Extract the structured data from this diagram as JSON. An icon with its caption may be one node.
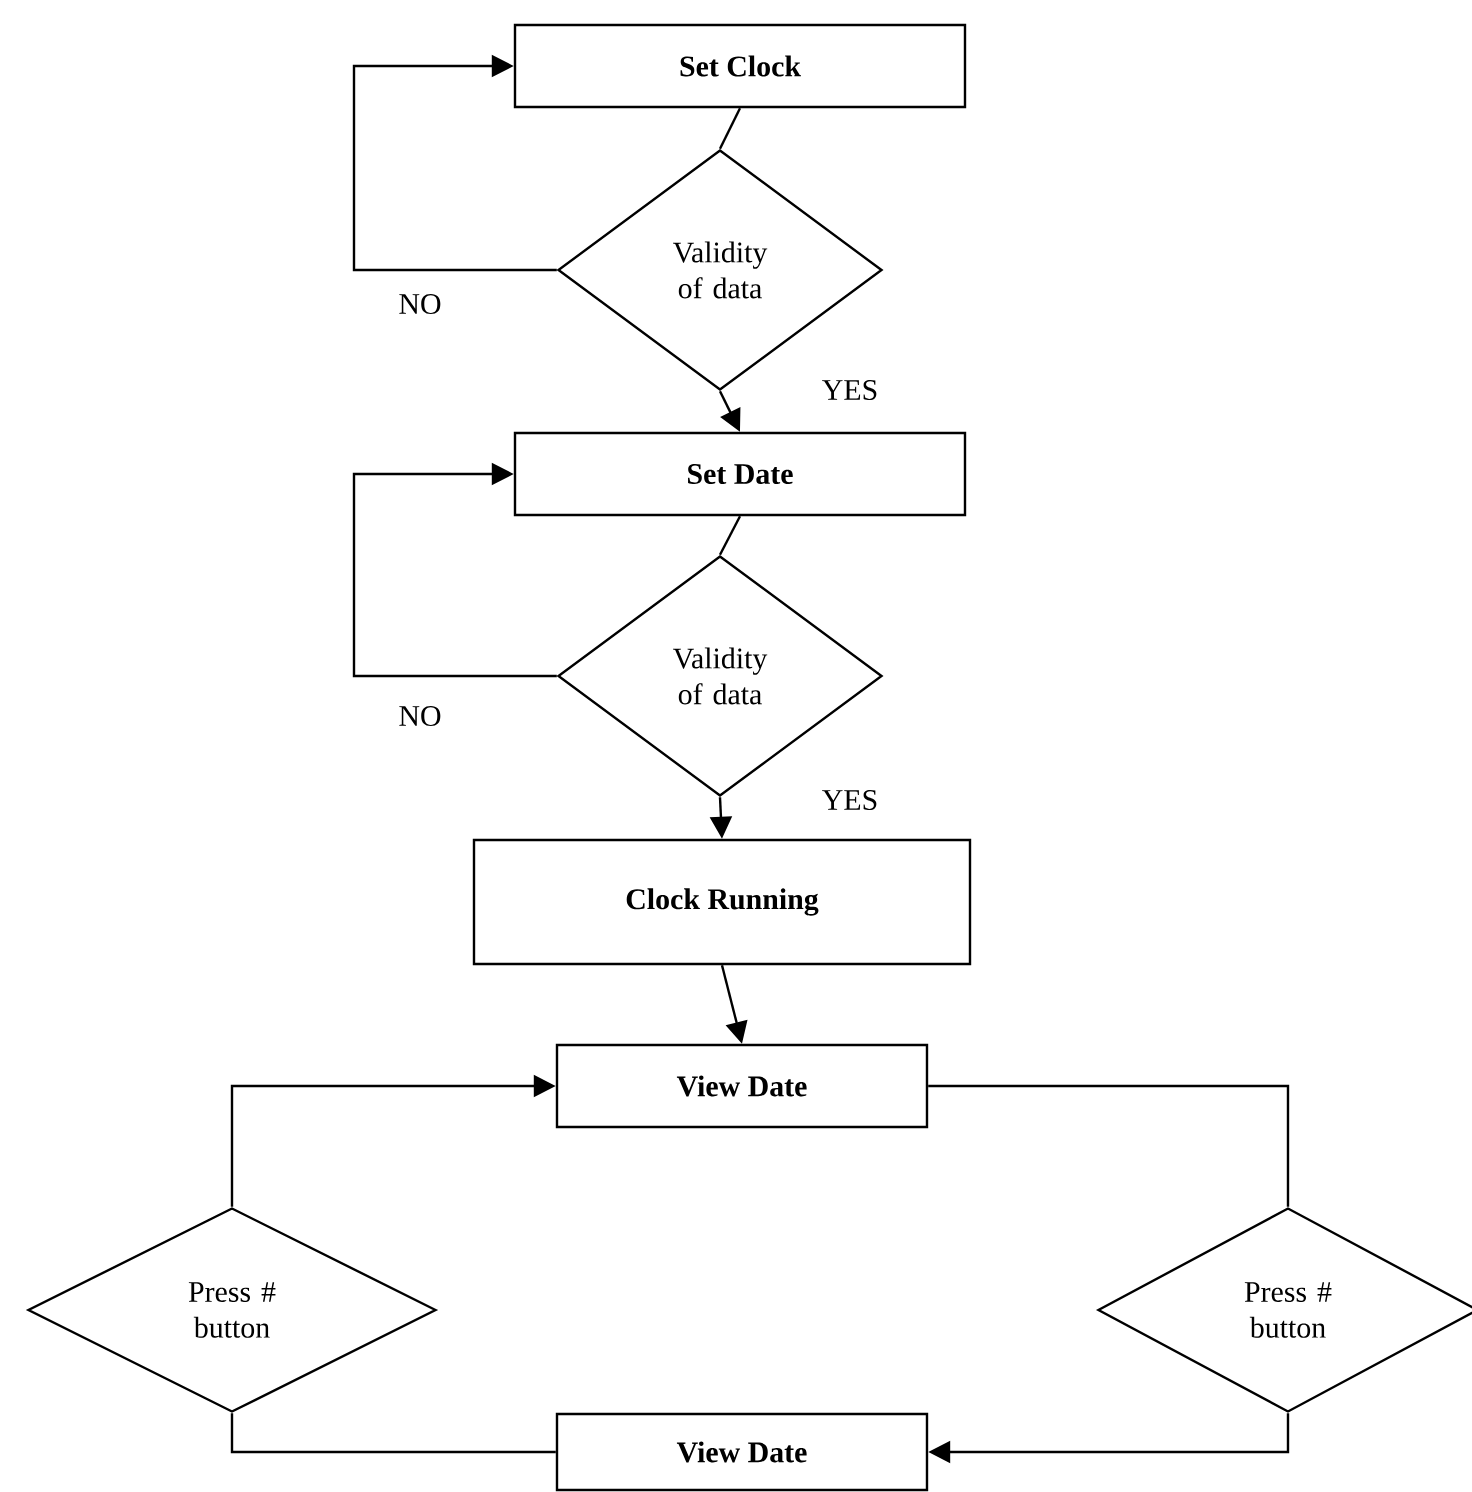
{
  "diagram": {
    "nodes": [
      {
        "text": [
          "Set Clock"
        ]
      },
      {
        "text": [
          "Validity of data"
        ]
      },
      {
        "text": [
          "Set Date"
        ]
      },
      {
        "text": [
          "Validity of data"
        ]
      },
      {
        "text": [
          "Clock Running"
        ]
      },
      {
        "text": [
          "View Date"
        ]
      },
      {
        "text": [
          "Press # button"
        ]
      },
      {
        "text": [
          "Press # button"
        ]
      },
      {
        "text": [
          "View Date"
        ]
      }
    ],
    "edges": [
      {
        "from": 0,
        "to": 1,
        "arrow": "none"
      },
      {
        "from": 1,
        "to": 0,
        "arrow": "to",
        "label": "NO"
      },
      {
        "from": 1,
        "to": 2,
        "arrow": "to",
        "label": "YES"
      },
      {
        "from": 2,
        "to": 3,
        "arrow": "none"
      },
      {
        "from": 3,
        "to": 2,
        "arrow": "to",
        "label": "NO"
      },
      {
        "from": 3,
        "to": 4,
        "arrow": "to",
        "label": "YES"
      },
      {
        "from": 4,
        "to": 5,
        "arrow": "to"
      },
      {
        "from": 5,
        "to": 7,
        "arrow": "none"
      },
      {
        "from": 7,
        "to": 8,
        "arrow": "to"
      },
      {
        "from": 8,
        "to": 6,
        "arrow": "none"
      },
      {
        "from": 6,
        "to": 5,
        "arrow": "to"
      }
    ]
  }
}
